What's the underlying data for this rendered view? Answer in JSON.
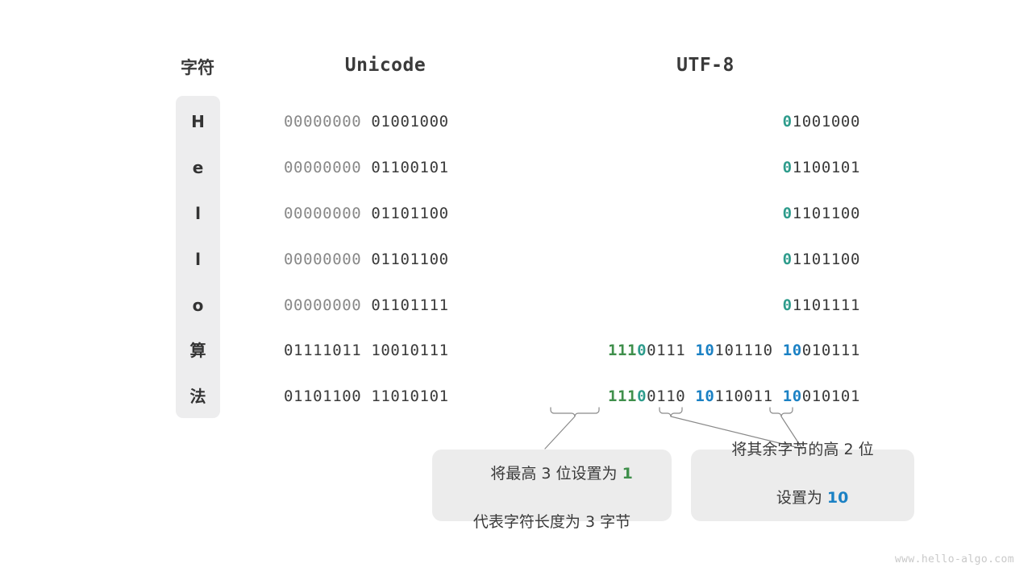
{
  "title": "Unicode 与 UTF-8 编码对照图",
  "headers": {
    "char": "字符",
    "unicode": "Unicode",
    "utf8": "UTF-8"
  },
  "rows": [
    {
      "char": "H",
      "unicode_hi": "00000000",
      "unicode_lo": "01001000",
      "utf8_parts": [
        {
          "marker": "0",
          "marker_color": "teal",
          "rest": "1001000"
        }
      ]
    },
    {
      "char": "e",
      "unicode_hi": "00000000",
      "unicode_lo": "01100101",
      "utf8_parts": [
        {
          "marker": "0",
          "marker_color": "teal",
          "rest": "1100101"
        }
      ]
    },
    {
      "char": "l",
      "unicode_hi": "00000000",
      "unicode_lo": "01101100",
      "utf8_parts": [
        {
          "marker": "0",
          "marker_color": "teal",
          "rest": "1101100"
        }
      ]
    },
    {
      "char": "l",
      "unicode_hi": "00000000",
      "unicode_lo": "01101100",
      "utf8_parts": [
        {
          "marker": "0",
          "marker_color": "teal",
          "rest": "1101100"
        }
      ]
    },
    {
      "char": "o",
      "unicode_hi": "00000000",
      "unicode_lo": "01101111",
      "utf8_parts": [
        {
          "marker": "0",
          "marker_color": "teal",
          "rest": "1101111"
        }
      ]
    },
    {
      "char": "算",
      "unicode_hi": "01111011",
      "unicode_lo": "10010111",
      "utf8_parts": [
        {
          "marker": "111",
          "marker_color": "green",
          "marker2": "0",
          "marker2_color": "teal",
          "rest": "0111"
        },
        {
          "marker": "10",
          "marker_color": "blue",
          "rest": "101110"
        },
        {
          "marker": "10",
          "marker_color": "blue",
          "rest": "010111"
        }
      ]
    },
    {
      "char": "法",
      "unicode_hi": "01101100",
      "unicode_lo": "11010101",
      "utf8_parts": [
        {
          "marker": "111",
          "marker_color": "green",
          "marker2": "0",
          "marker2_color": "teal",
          "rest": "0110"
        },
        {
          "marker": "10",
          "marker_color": "blue",
          "rest": "110011"
        },
        {
          "marker": "10",
          "marker_color": "blue",
          "rest": "010101"
        }
      ]
    }
  ],
  "callouts": {
    "left": {
      "line1_a": "将最高 3 位设置为 ",
      "line1_b": "1",
      "line1_b_color": "green",
      "line2": "代表字符长度为 3 字节"
    },
    "right": {
      "line1": "将其余字节的高 2 位",
      "line2_a": "设置为 ",
      "line2_b": "10",
      "line2_b_color": "blue"
    }
  },
  "colors": {
    "teal": "#2e9c8c",
    "green": "#3f8f4b",
    "blue": "#1b81c4",
    "text_dark": "#3a3a3a",
    "text_dim": "#888888",
    "pill_bg": "#ededee",
    "callout_bg": "#ececec",
    "brace_stroke": "#8a8a8a",
    "watermark": "#c9c9c9",
    "background": "#ffffff"
  },
  "watermark": "www.hello-algo.com"
}
